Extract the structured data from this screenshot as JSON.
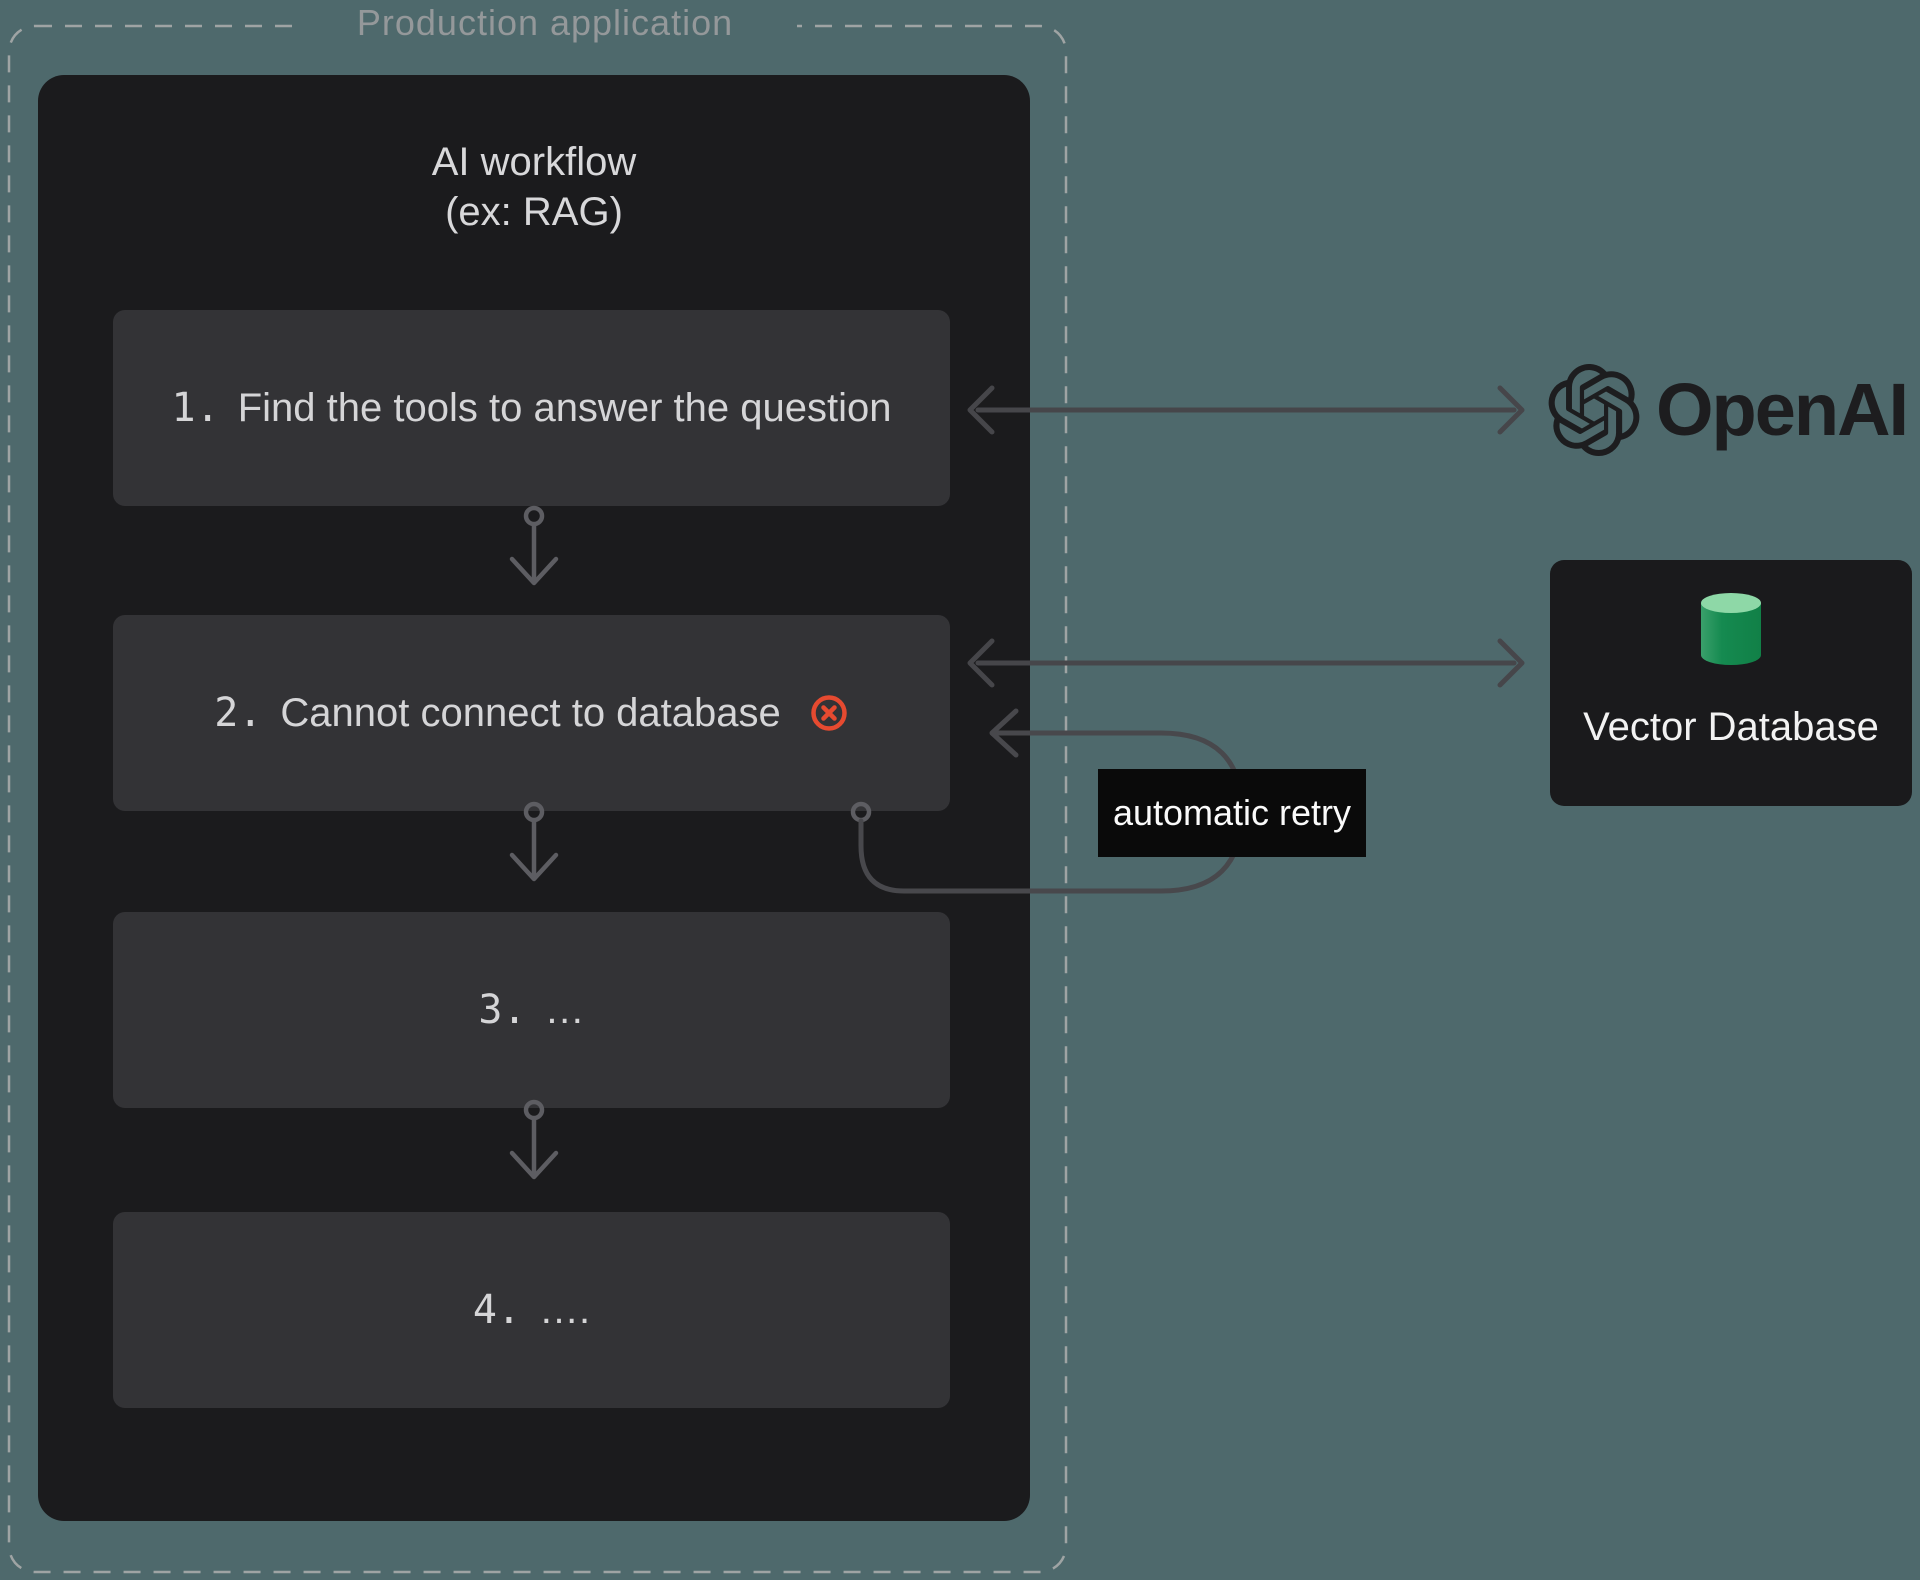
{
  "production": {
    "label": "Production application"
  },
  "workflow": {
    "title_line1": "AI workflow",
    "title_line2": "(ex: RAG)",
    "steps": [
      {
        "num": "1.",
        "text": "Find the tools to answer the question"
      },
      {
        "num": "2.",
        "text": "Cannot connect to database"
      },
      {
        "num": "3.",
        "text": "…"
      },
      {
        "num": "4.",
        "text": "…."
      }
    ]
  },
  "retry": {
    "label": "automatic retry"
  },
  "services": {
    "openai": {
      "name": "OpenAI"
    },
    "vector_db": {
      "label": "Vector Database"
    }
  },
  "icons": {
    "error": "error-circle-x-icon",
    "database": "database-cylinder-icon",
    "openai": "openai-logo-icon"
  },
  "colors": {
    "background_teal": "#4e696c",
    "panel_dark": "#1b1b1d",
    "step_gray": "#333336",
    "step_text": "#d5d5d7",
    "dashed_border": "#9fa4a4",
    "arrow_gray": "#46464a",
    "error_red": "#e64a30",
    "retry_label_bg": "#0a0a0a",
    "cylinder_top_green": "#8ed8a7",
    "cylinder_body_green": "#158a50",
    "openai_logo": "#1d1d1f"
  }
}
